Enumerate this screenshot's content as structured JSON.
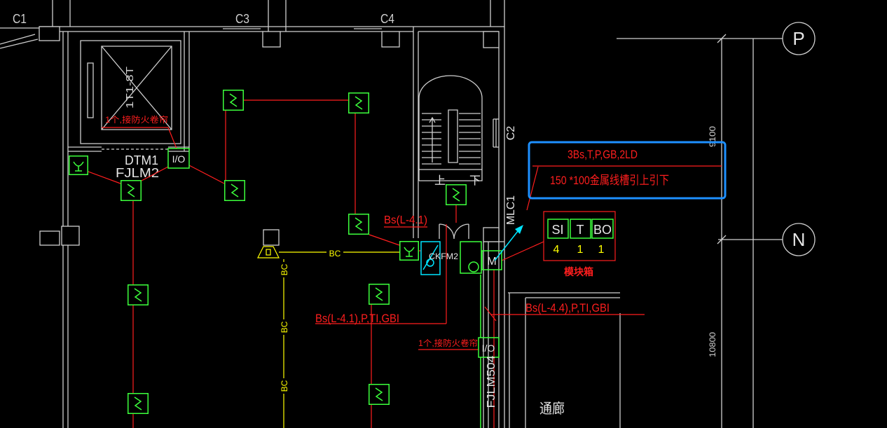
{
  "drawing": {
    "colors": {
      "background": "#000000",
      "wall": "#cfcfcf",
      "wiring": "#ff1e1e",
      "device": "#3cff3c",
      "broadcast": "#ffff00",
      "accent": "#00e5ff",
      "highlight": "#1e90ff",
      "text": "#e6e6e6"
    }
  },
  "grid": {
    "c1": "C1",
    "c3": "C3",
    "c4": "C4",
    "c2": "C2",
    "axis_p": "P",
    "axis_n": "N"
  },
  "elevator": {
    "code": "1T1-8T",
    "note": "1个,接防火卷帘",
    "door_tag": "DTM1",
    "shutter_tag": "FJLM2"
  },
  "io": {
    "elevator_io": "I/O",
    "shutter_io": "I/O"
  },
  "wiring_labels": {
    "bs_short": "Bs(L-4.1)",
    "bs_main": "Bs(L-4.1),P,TI,GBI",
    "bs_right": "Bs(L-4.4),P,TI,GBI",
    "shutter_note": "1个,接防火卷帘"
  },
  "broadcast_labels": [
    "BC",
    "BC",
    "BC",
    "BC"
  ],
  "stair": {
    "door_tag": "CKFM2",
    "up": "上",
    "down": "下",
    "shaft_tag": "MLC1",
    "shutter_tag": "FJLM504",
    "module_letter": "M"
  },
  "callout": {
    "line1": "3Bs,T,P,GB,2LD",
    "line2": "150 *100金属线槽引上引下"
  },
  "module_box": {
    "headers": [
      "SI",
      "T",
      "BO"
    ],
    "counts": [
      "4",
      "1",
      "1"
    ],
    "label": "模块箱"
  },
  "dimensions": {
    "upper": "9100",
    "lower": "10800"
  },
  "rooms": {
    "corridor": "通廊"
  },
  "icons": {
    "smoke_detector": "smoke-detector-icon",
    "call_point": "manual-call-point-icon",
    "io_module": "io-module-icon",
    "speaker": "speaker-horn-icon",
    "axis_bubble": "grid-axis-bubble-icon",
    "arrow": "leader-arrow-icon"
  }
}
